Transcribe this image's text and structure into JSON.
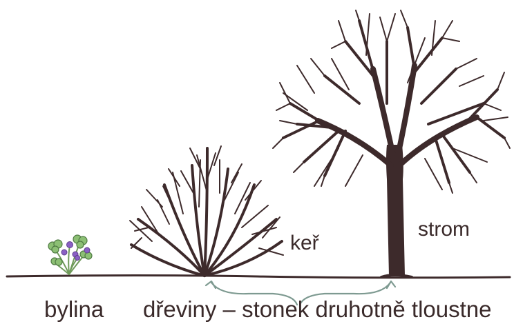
{
  "labels": {
    "herb": "bylina",
    "shrub": "keř",
    "tree": "strom",
    "woody": "dřeviny – stonek druhotně tloustne"
  },
  "colors": {
    "wood": "#3d2a2b",
    "ground": "#3d2a2b",
    "arrow": "#7e9a91",
    "leaf": "#8cbf74",
    "flower": "#8a5fc4",
    "text": "#3a2a2a"
  },
  "icons": [
    "herb-plant-icon",
    "shrub-icon",
    "tree-icon",
    "double-arrow-icon"
  ]
}
